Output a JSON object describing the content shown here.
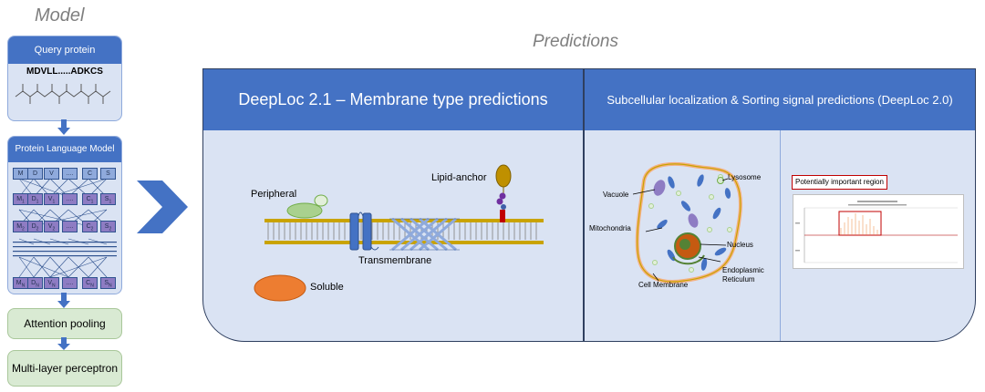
{
  "model": {
    "title": "Model",
    "query_header": "Query protein",
    "sequence": "MDVLL.....ADKCS",
    "plm_header": "Protein Language Model",
    "row1": [
      "M",
      "D",
      "V",
      "....",
      "C",
      "S"
    ],
    "row2_main": [
      "M",
      "D",
      "V",
      "....",
      "C",
      "S"
    ],
    "row2_sub": [
      "1",
      "1",
      "1",
      "",
      "1",
      "1"
    ],
    "row3_main": [
      "M",
      "D",
      "V",
      "....",
      "C",
      "S"
    ],
    "row3_sub": [
      "2",
      "2",
      "2",
      "",
      "2",
      "2"
    ],
    "row4_main": [
      "M",
      "D",
      "V",
      "....",
      "C",
      "S"
    ],
    "row4_sub": [
      "N",
      "N",
      "N",
      "",
      "N",
      "N"
    ],
    "attention_pooling": "Attention pooling",
    "mlp": "Multi-layer perceptron"
  },
  "predictions": {
    "title": "Predictions",
    "left_header": "DeepLoc 2.1 – Membrane type predictions",
    "right_header": "Subcellular localization & Sorting signal predictions (DeepLoc 2.0)",
    "membrane_labels": {
      "peripheral": "Peripheral",
      "lipid_anchor": "Lipid-anchor",
      "transmembrane": "Transmembrane",
      "soluble": "Soluble"
    },
    "cell_labels": {
      "vacuole": "Vacuole",
      "lysosome": "Lysosome",
      "mitochondria": "Mitochondria",
      "nucleus": "Nucleus",
      "er": "Endoplasmic Reticulum",
      "er_line1": "Endoplasmic",
      "er_line2": "Reticulum",
      "cell_membrane": "Cell Membrane"
    },
    "signal_callout": "Potentially important region"
  },
  "colors": {
    "header_blue": "#4472c4",
    "panel_fill": "#dae3f3",
    "peripheral_green": "#a9d18e",
    "soluble_orange": "#ed7d31",
    "tm_blue": "#4472c4",
    "anchor_gold": "#bf9000",
    "callout_red": "#c00000"
  }
}
